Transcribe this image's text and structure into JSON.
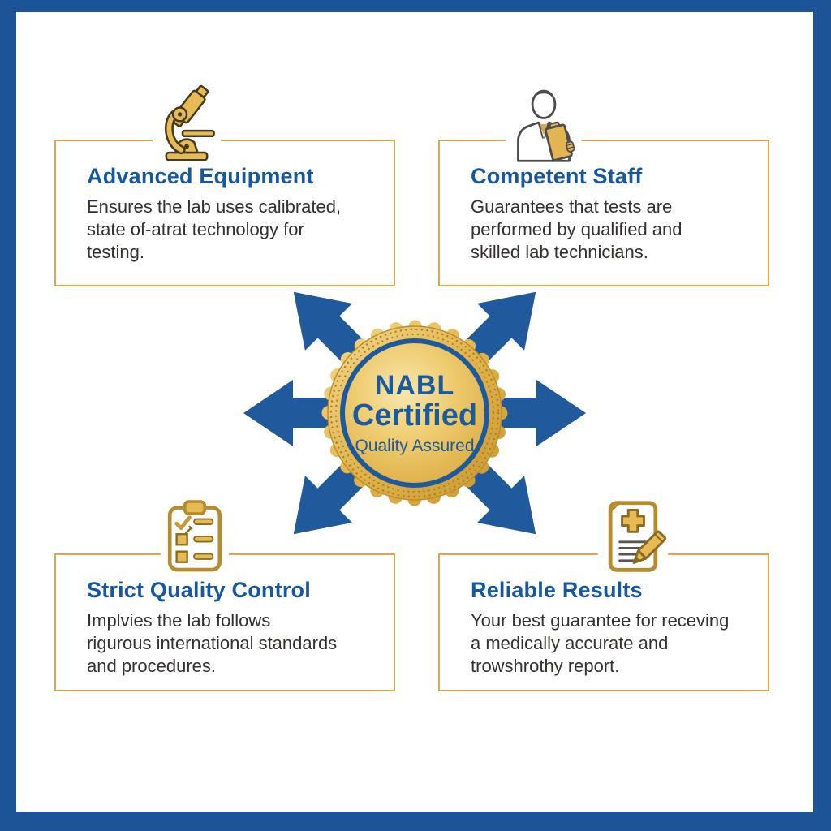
{
  "badge": {
    "line1": "NABL",
    "line2": "Certified",
    "line3": "Quality Assured"
  },
  "boxes": [
    {
      "icon": "microscope-icon",
      "title": "Advanced Equipment",
      "body": "Ensures the lab uses calibrated,\nstate of-atrat technology for\ntesting."
    },
    {
      "icon": "lab-technician-icon",
      "title": "Competent Staff",
      "body": "Guarantees that tests are\nperformed by qualified and\nskilled lab technicians."
    },
    {
      "icon": "checklist-icon",
      "title": "Strict Quality Control",
      "body": "Implvies the lab follows\nrigurous international standards\nand procedures."
    },
    {
      "icon": "medical-report-icon",
      "title": "Reliable Results",
      "body": "Your best guarantee for receving\na medically accurate and\ntrowshrothy report."
    }
  ],
  "colors": {
    "frame_blue": "#1c5497",
    "arrow_blue": "#20599c",
    "title_blue": "#16589f",
    "body_text": "#33302e",
    "card_border_gold": "#d9a94c",
    "badge_gold_light": "#f1d37c",
    "badge_gold_dark": "#c9992f",
    "badge_text_blue": "#1b5a9e"
  }
}
